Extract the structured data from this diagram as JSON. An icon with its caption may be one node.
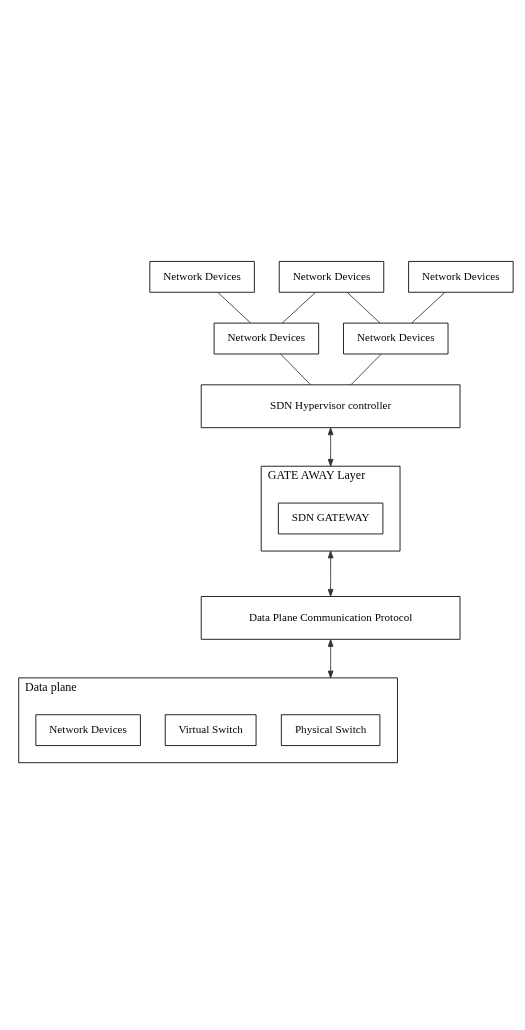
{
  "diagram": {
    "nodes": [
      {
        "text": [
          "Network Devices"
        ]
      },
      {
        "text": [
          "Network Devices"
        ]
      },
      {
        "text": [
          "Network Devices"
        ]
      },
      {
        "text": [
          "Network Devices"
        ]
      },
      {
        "text": [
          "Network Devices"
        ]
      },
      {
        "text": [
          "SDN Hypervisor controller"
        ]
      },
      {
        "text": [
          "GATE AWAY Layer"
        ]
      },
      {
        "text": [
          "SDN GATEWAY"
        ],
        "in": 6
      },
      {
        "text": [
          "Data Plane Communication Protocol"
        ]
      },
      {
        "text": [
          "Data plane"
        ]
      },
      {
        "text": [
          "Physical Switch"
        ],
        "in": 9
      },
      {
        "text": [
          "Virtual Switch"
        ],
        "in": 9
      },
      {
        "text": [
          "Network Devices"
        ],
        "in": 9
      }
    ],
    "edges": [
      {
        "from": 0,
        "to": 3,
        "arrow": "none"
      },
      {
        "from": 1,
        "to": 3,
        "arrow": "none"
      },
      {
        "from": 1,
        "to": 4,
        "arrow": "none"
      },
      {
        "from": 2,
        "to": 4,
        "arrow": "none"
      },
      {
        "from": 3,
        "to": 5,
        "arrow": "none"
      },
      {
        "from": 4,
        "to": 5,
        "arrow": "none"
      },
      {
        "from": 5,
        "to": 6,
        "arrow": "both"
      },
      {
        "from": 6,
        "to": 8,
        "arrow": "both"
      },
      {
        "from": 8,
        "to": 9,
        "arrow": "both"
      }
    ]
  }
}
